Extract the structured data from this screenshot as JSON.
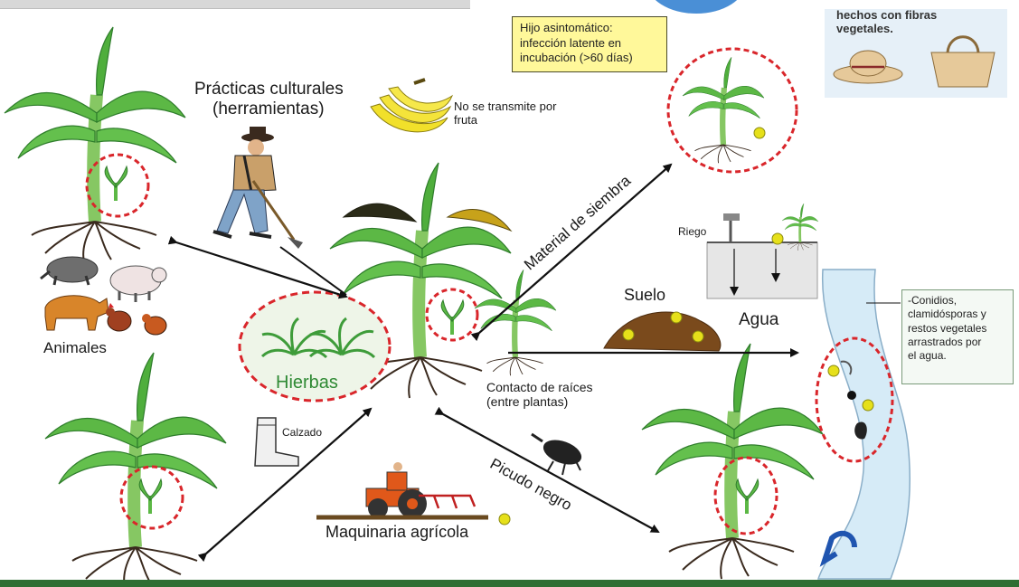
{
  "labels": {
    "yellow_box_line1": "Hijo asintomático:",
    "yellow_box_line2": "infección latente en",
    "yellow_box_line3": "incubación (>60 días)",
    "fibras_line1": "hechos con fibras",
    "fibras_line2": "vegetales.",
    "practicas_line1": "Prácticas culturales",
    "practicas_line2": "(herramientas)",
    "fruta_line1": "No se transmite por",
    "fruta_line2": "fruta",
    "material_siembra": "Material de siembra",
    "riego": "Riego",
    "suelo": "Suelo",
    "agua": "Agua",
    "animales": "Animales",
    "hierbas": "Hierbas",
    "contacto_line1": "Contacto de raíces",
    "contacto_line2": "(entre plantas)",
    "conidios_line1": "-Conidios,",
    "conidios_line2": "clamidósporas y",
    "conidios_line3": "restos vegetales",
    "conidios_line4": "arrastrados por",
    "conidios_line5": "el agua.",
    "calzado": "Calzado",
    "picudo_negro": "Picudo negro",
    "maquinaria": "Maquinaria agrícola"
  },
  "colors": {
    "leaf": "#5cb845",
    "leaf_dark": "#2f7d2c",
    "stem": "#8cc96a",
    "root": "#3a2a1e",
    "dashed_circle": "#d9262b",
    "arrow": "#111111",
    "soil": "#7a4a1c",
    "spore": "#e6e01a",
    "water": "#d6ebf7",
    "bottom_bar": "#2f6e33"
  }
}
